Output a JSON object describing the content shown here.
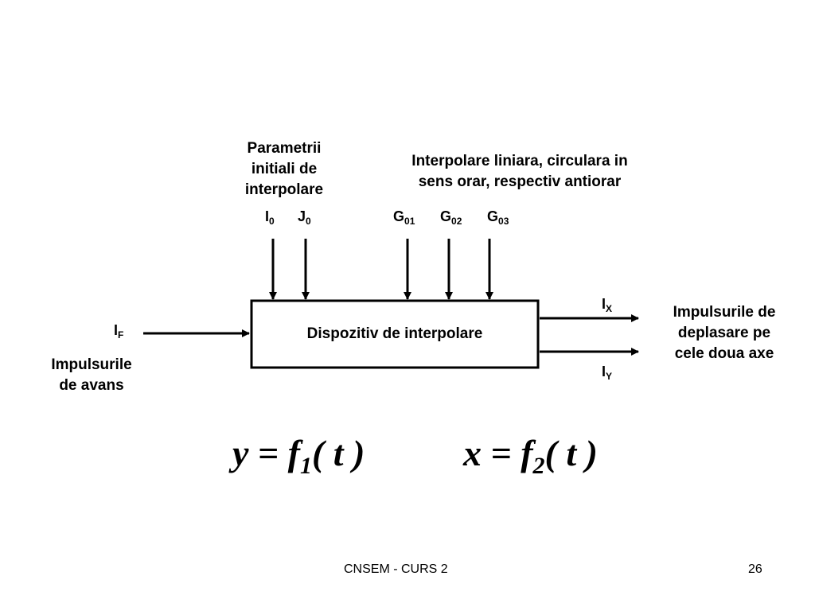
{
  "slide": {
    "labels": {
      "initial_params": [
        "Parametrii",
        "initiali de",
        "interpolare"
      ],
      "interpolation_type": [
        "Interpolare liniara, circulara in",
        "sens orar, respectiv antiorar"
      ],
      "feed_pulses": [
        "Impulsurile",
        "de avans"
      ],
      "output_pulses": [
        "Impulsurile de",
        "deplasare pe",
        "cele doua axe"
      ]
    },
    "signals": {
      "i0": {
        "base": "I",
        "sub": "0"
      },
      "j0": {
        "base": "J",
        "sub": "0"
      },
      "g01": {
        "base": "G",
        "sub": "01"
      },
      "g02": {
        "base": "G",
        "sub": "02"
      },
      "g03": {
        "base": "G",
        "sub": "03"
      },
      "if": {
        "base": "I",
        "sub": "F"
      },
      "ix": {
        "base": "I",
        "sub": "X"
      },
      "iy": {
        "base": "I",
        "sub": "Y"
      }
    },
    "block_label": "Dispozitiv de interpolare",
    "formulas": {
      "y": {
        "lhs": "y",
        "eq": "=",
        "f": "f",
        "sub": "1",
        "arg": "( t )"
      },
      "x": {
        "lhs": "x",
        "eq": "=",
        "f": "f",
        "sub": "2",
        "arg": "( t )"
      }
    },
    "footer": {
      "course": "CNSEM - CURS 2",
      "page_number": "26"
    }
  }
}
